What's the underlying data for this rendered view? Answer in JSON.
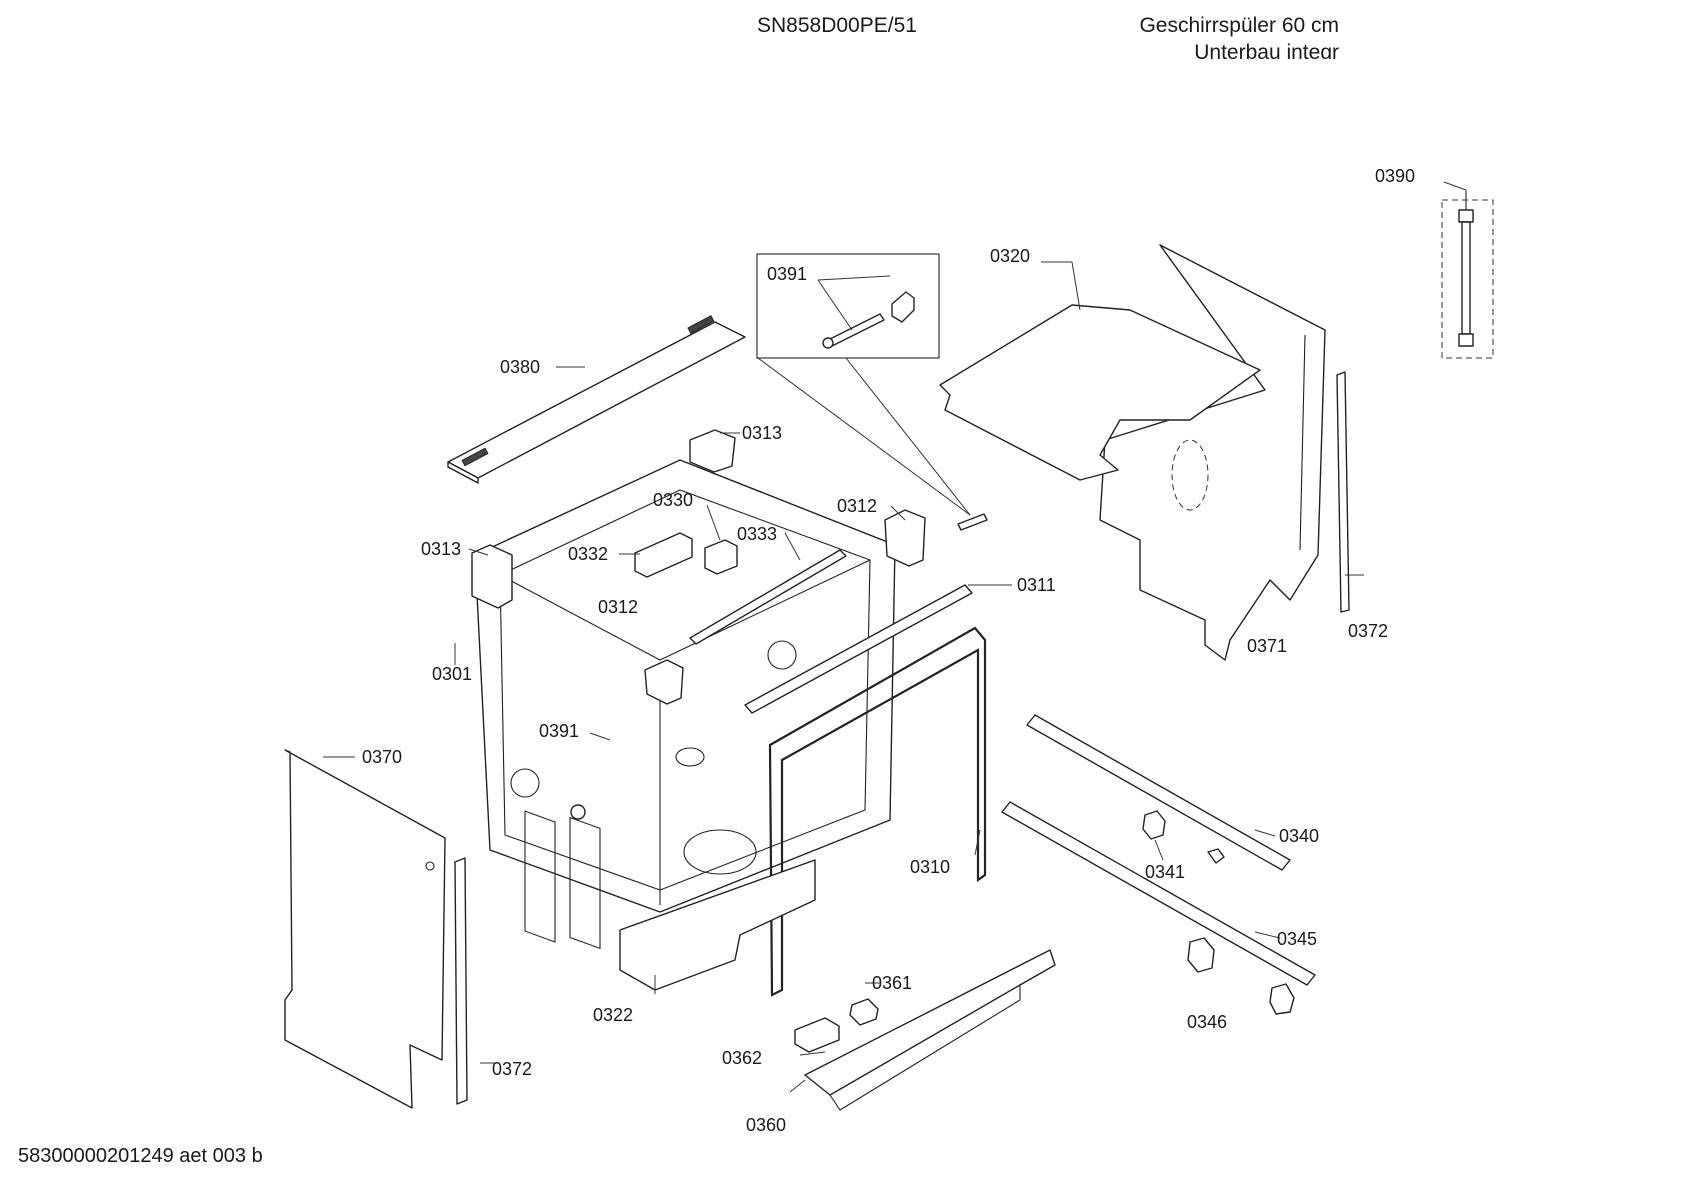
{
  "header": {
    "model": "SN858D00PE/51",
    "description": "Geschirrspüler 60 cm",
    "subdescription": "Unterbau integr"
  },
  "footer": {
    "doc_code": "58300000201249 aet 003 b"
  },
  "callouts": [
    {
      "id": "c0390",
      "label": "0390"
    },
    {
      "id": "c0391a",
      "label": "0391"
    },
    {
      "id": "c0320",
      "label": "0320"
    },
    {
      "id": "c0380",
      "label": "0380"
    },
    {
      "id": "c0313a",
      "label": "0313"
    },
    {
      "id": "c0330",
      "label": "0330"
    },
    {
      "id": "c0312a",
      "label": "0312"
    },
    {
      "id": "c0333",
      "label": "0333"
    },
    {
      "id": "c0313b",
      "label": "0313"
    },
    {
      "id": "c0332",
      "label": "0332"
    },
    {
      "id": "c0311",
      "label": "0311"
    },
    {
      "id": "c0312b",
      "label": "0312"
    },
    {
      "id": "c0371",
      "label": "0371"
    },
    {
      "id": "c0372a",
      "label": "0372"
    },
    {
      "id": "c0301",
      "label": "0301"
    },
    {
      "id": "c0391b",
      "label": "0391"
    },
    {
      "id": "c0370",
      "label": "0370"
    },
    {
      "id": "c0340",
      "label": "0340"
    },
    {
      "id": "c0310",
      "label": "0310"
    },
    {
      "id": "c0341",
      "label": "0341"
    },
    {
      "id": "c0345",
      "label": "0345"
    },
    {
      "id": "c0361",
      "label": "0361"
    },
    {
      "id": "c0322",
      "label": "0322"
    },
    {
      "id": "c0346",
      "label": "0346"
    },
    {
      "id": "c0362",
      "label": "0362"
    },
    {
      "id": "c0372b",
      "label": "0372"
    },
    {
      "id": "c0360",
      "label": "0360"
    }
  ]
}
